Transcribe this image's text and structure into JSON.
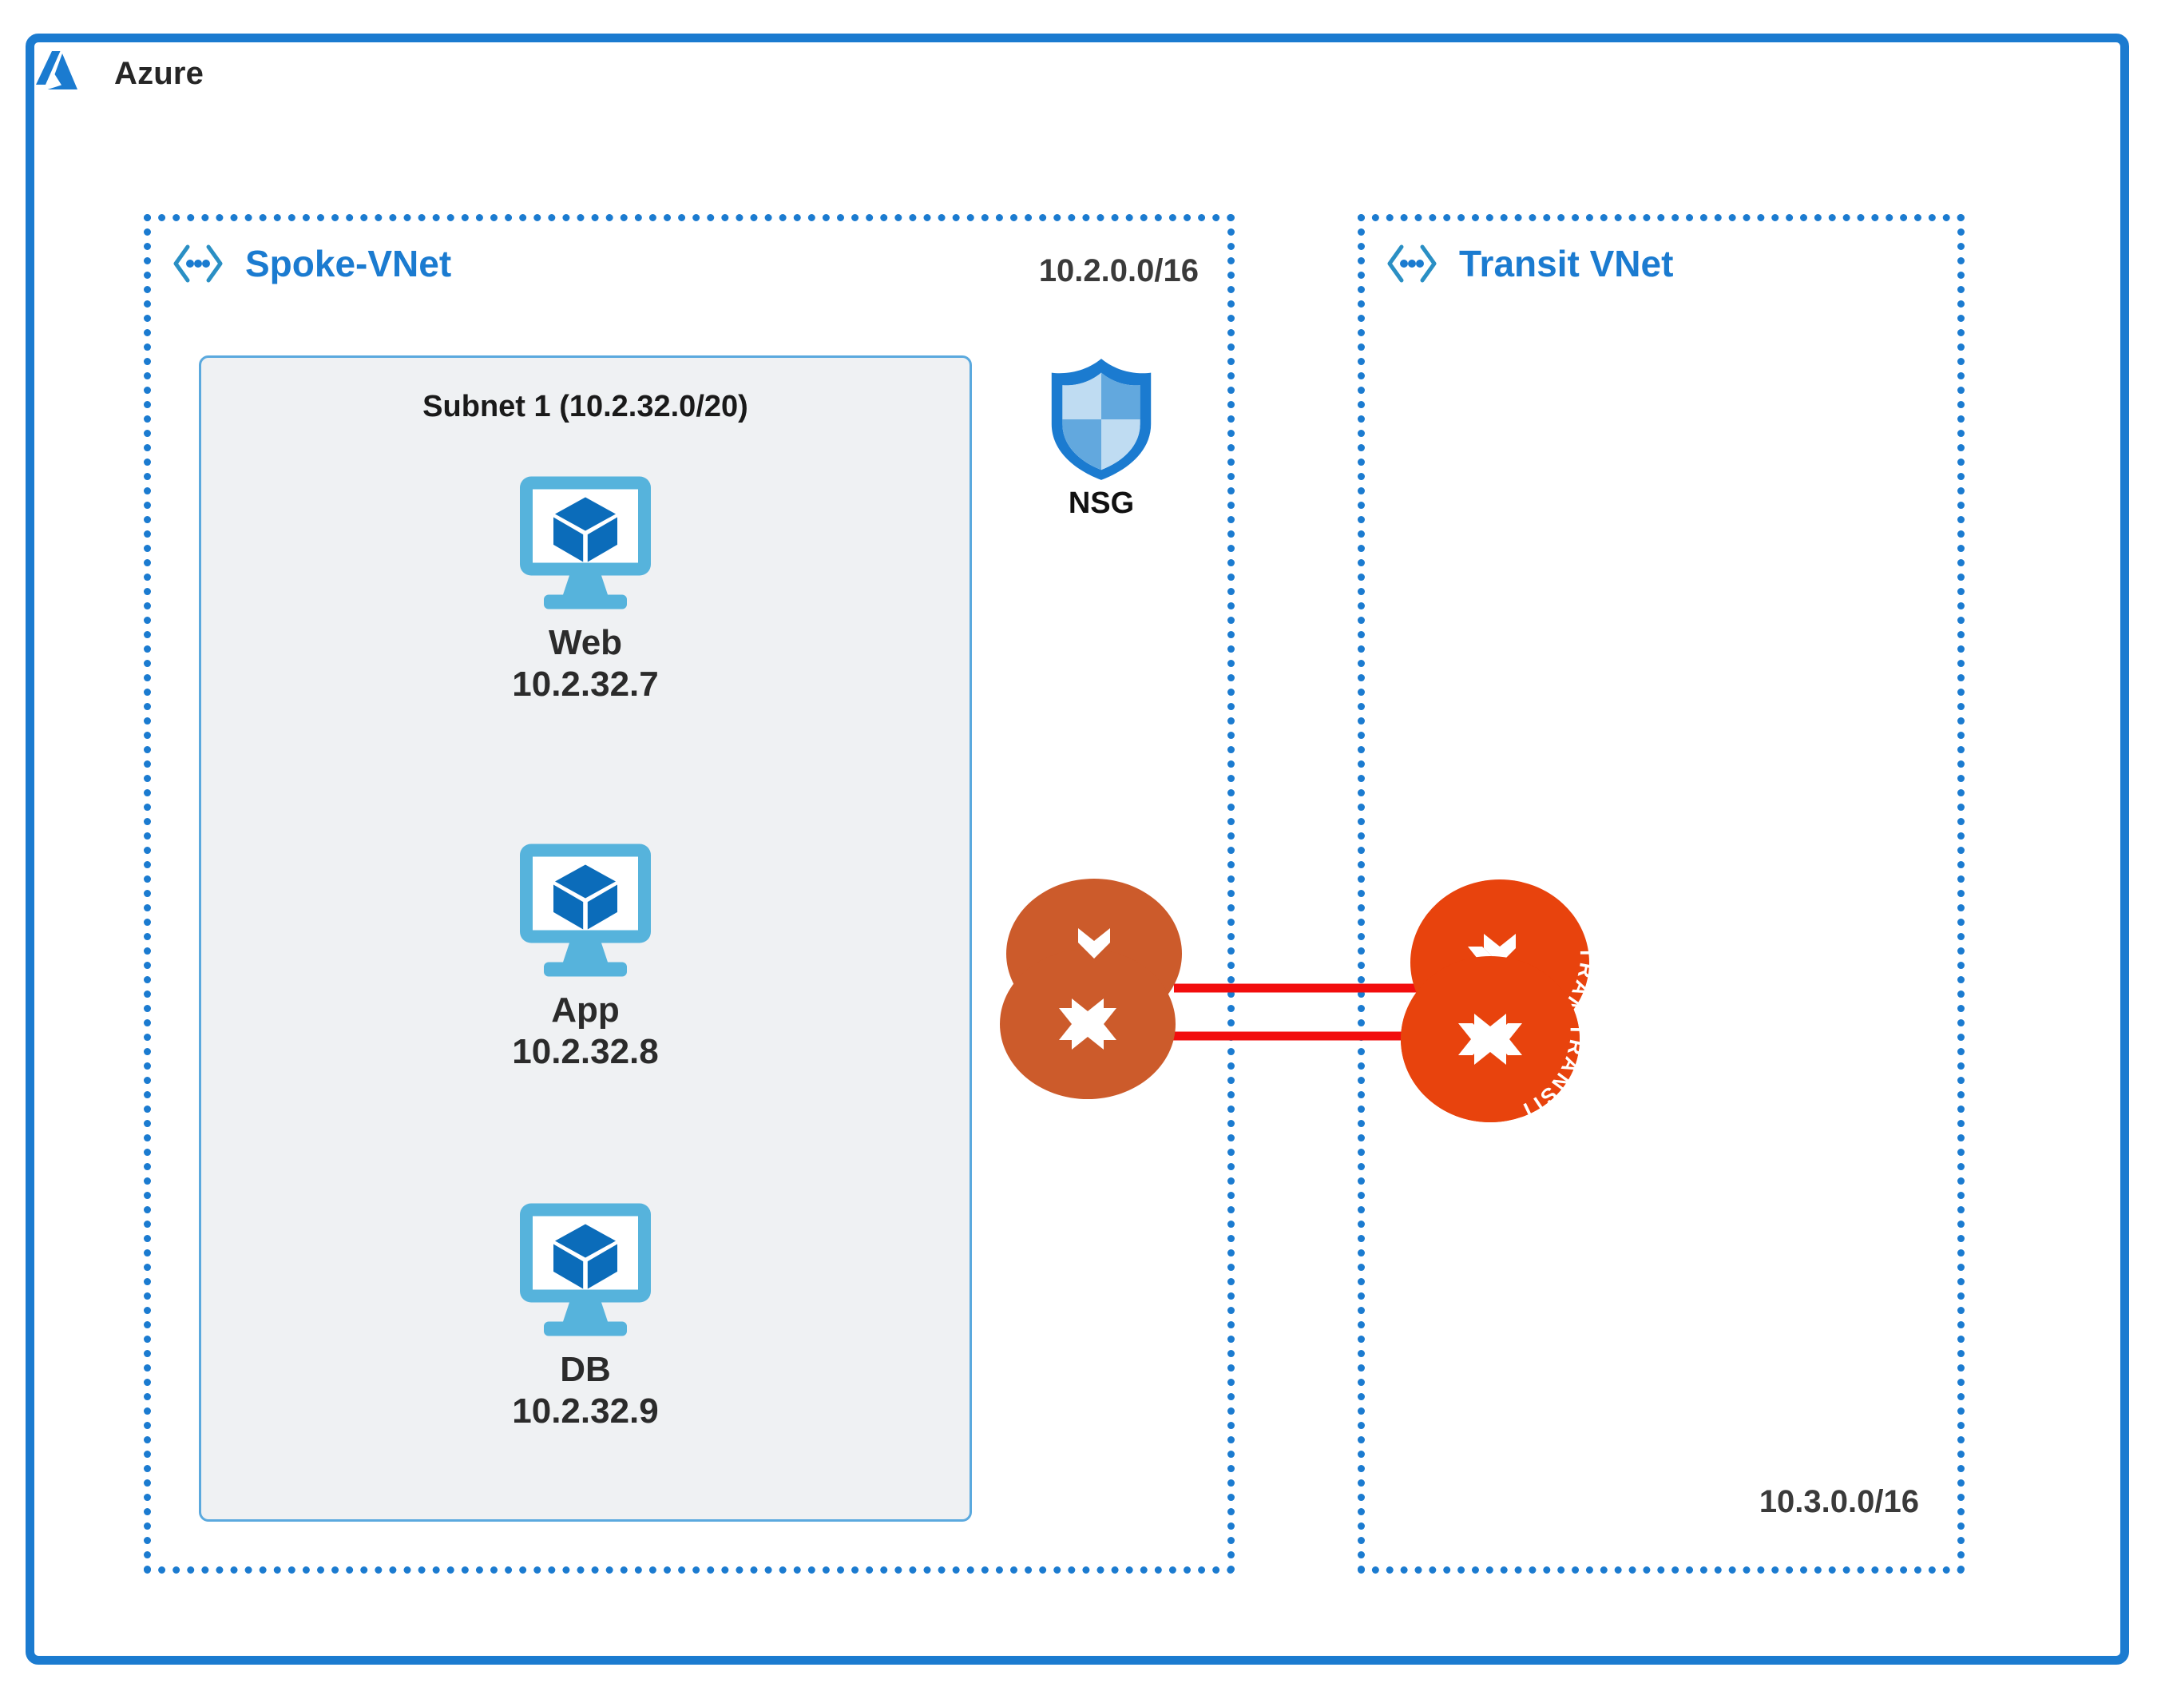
{
  "cloud": {
    "name": "Azure",
    "logo_icon": "azure-logo-icon",
    "border_color": "#1b7bd0"
  },
  "vnets": [
    {
      "id": "spoke",
      "name": "Spoke-VNet",
      "cidr": "10.2.0.0/16",
      "icon": "vnet-icon",
      "name_color": "#1b7bd0",
      "border_style": "dotted",
      "border_color": "#1b7bd0",
      "subnet": {
        "title": "Subnet 1 (10.2.32.0/20)",
        "fill_color": "#eff1f3",
        "border_color": "#5ba9de",
        "vms": [
          {
            "name": "Web",
            "ip": "10.2.32.7",
            "icon": "virtual-machine-icon"
          },
          {
            "name": "App",
            "ip": "10.2.32.8",
            "icon": "virtual-machine-icon"
          },
          {
            "name": "DB",
            "ip": "10.2.32.9",
            "icon": "virtual-machine-icon"
          }
        ]
      },
      "nsg": {
        "label": "NSG",
        "icon": "shield-icon",
        "color": "#1b7bd0"
      }
    },
    {
      "id": "transit",
      "name": "Transit VNet",
      "cidr": "10.3.0.0/16",
      "icon": "vnet-icon",
      "name_color": "#1b7bd0",
      "border_style": "dotted",
      "border_color": "#1b7bd0"
    }
  ],
  "routers": [
    {
      "id": "spoke-router",
      "icon": "router-icon",
      "color": "#cc5b2b",
      "caption": ""
    },
    {
      "id": "transit-router",
      "icon": "router-icon",
      "color": "#e8430d",
      "caption": "TRANSIT"
    }
  ],
  "links": {
    "count": 2,
    "color": "#f20d0d",
    "style": "solid"
  },
  "colors": {
    "azure_blue": "#1b7bd0",
    "vm_monitor": "#56b3dc",
    "vm_cube": "#0b6cba",
    "subnet_fill": "#eff1f3",
    "link_red": "#f20d0d",
    "router_orange": "#cc5b2b",
    "router_orange_bright": "#e8430d",
    "text_dark": "#2b2b2b"
  }
}
